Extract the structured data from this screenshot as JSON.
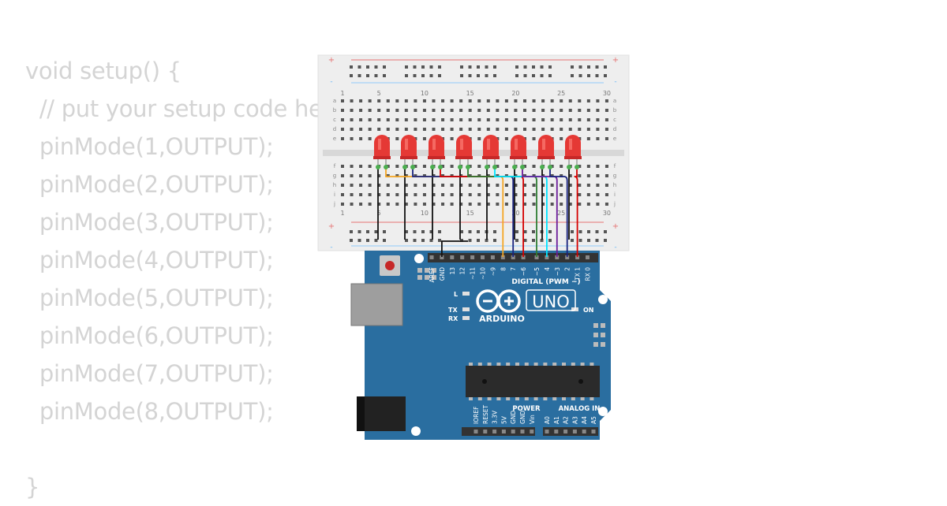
{
  "code": {
    "lines": [
      "void setup() {",
      "  // put your setup code here, to run once:",
      "  pinMode(1,OUTPUT);",
      "  pinMode(2,OUTPUT);",
      "  pinMode(3,OUTPUT);",
      "  pinMode(4,OUTPUT);",
      "  pinMode(5,OUTPUT);",
      "  pinMode(6,OUTPUT);",
      "  pinMode(7,OUTPUT);",
      "  pinMode(8,OUTPUT);",
      "",
      "}"
    ]
  },
  "breadboard": {
    "column_numbers": [
      "1",
      "5",
      "10",
      "15",
      "20",
      "25",
      "30"
    ],
    "rows_top": [
      "a",
      "b",
      "c",
      "d",
      "e"
    ],
    "rows_bottom": [
      "f",
      "g",
      "h",
      "i",
      "j"
    ],
    "rail_plus": "+",
    "rail_minus": "-"
  },
  "leds": {
    "count": 8,
    "color": "#e53935"
  },
  "wires": [
    {
      "color": "#f5a623"
    },
    {
      "color": "#1a237e"
    },
    {
      "color": "#d50000"
    },
    {
      "color": "#2e7d32"
    },
    {
      "color": "#00e5ff"
    },
    {
      "color": "#6a1b9a"
    },
    {
      "color": "#1a237e"
    },
    {
      "color": "#d50000"
    }
  ],
  "board": {
    "brand": "ARDUINO",
    "model": "UNO",
    "on_label": "ON",
    "l_label": "L",
    "tx_label": "TX",
    "rx_label": "RX",
    "digital_label": "DIGITAL (PWM ~)",
    "power_label": "POWER",
    "analog_label": "ANALOG IN",
    "top_pins": [
      "AREF",
      "GND",
      "13",
      "12",
      "~11",
      "~10",
      "~9",
      "8",
      "7",
      "~6",
      "~5",
      "4",
      "~3",
      "2",
      "TX 1",
      "RX 0"
    ],
    "power_pins": [
      "IOREF",
      "RESET",
      "3.3V",
      "5V",
      "GND",
      "GND",
      "Vin"
    ],
    "analog_pins": [
      "A0",
      "A1",
      "A2",
      "A3",
      "A4",
      "A5"
    ],
    "color": "#2a6ea0"
  }
}
